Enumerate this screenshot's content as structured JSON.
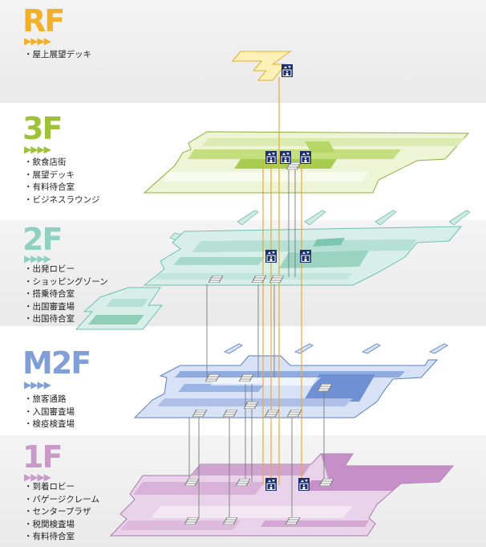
{
  "floors": [
    {
      "id": "rf",
      "label": "RF",
      "color": "#f0b02a",
      "arrows": "▶▶▶▶",
      "facilities": [
        "屋上展望デッキ"
      ]
    },
    {
      "id": "3f",
      "label": "3F",
      "color": "#9dc23a",
      "arrows": "▶▶▶▶",
      "facilities": [
        "飲食店街",
        "展望デッキ",
        "有料待合室",
        "ビジネスラウンジ"
      ]
    },
    {
      "id": "2f",
      "label": "2F",
      "color": "#8fd0c1",
      "arrows": "▶▶▶▶",
      "facilities": [
        "出発ロビー",
        "ショッピングゾーン",
        "搭乗待合室",
        "出国審査場",
        "出国待合室"
      ]
    },
    {
      "id": "m2f",
      "label": "M2F",
      "color": "#7f9fd6",
      "arrows": "▶▶▶▶",
      "facilities": [
        "旅客通路",
        "入国審査場",
        "検疫検査場"
      ]
    },
    {
      "id": "1f",
      "label": "1F",
      "color": "#c79ac8",
      "arrows": "▶▶▶▶",
      "facilities": [
        "到着ロビー",
        "バゲージクレーム",
        "センタープラザ",
        "税関検査場",
        "有料待合室"
      ]
    }
  ],
  "colors": {
    "elevator_line": "#e8a93a",
    "escalator_line": "#7a7a7a",
    "elevator_icon": "#1e2f6e"
  },
  "icons": {
    "elevator": "elevator-icon",
    "escalator": "escalator-icon"
  }
}
